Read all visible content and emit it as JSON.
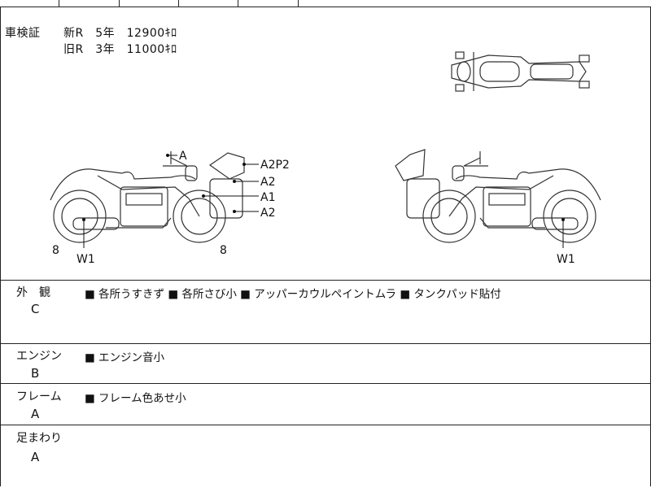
{
  "registration": {
    "label": "車検証",
    "new_line": "新R　5年　12900ｷﾛ",
    "old_line": "旧R　3年　11000ｷﾛ"
  },
  "diagram": {
    "left_labels": [
      "A",
      "A2P2",
      "A2",
      "A1",
      "A2",
      "8",
      "8",
      "W1"
    ],
    "right_labels": [
      "W1"
    ]
  },
  "sections": [
    {
      "title": "外　観",
      "grade": "C",
      "notes": "■ 各所うすきず ■ 各所さび小 ■ アッパーカウルペイントムラ ■ タンクパッド貼付"
    },
    {
      "title": "エンジン",
      "grade": "B",
      "notes": "■ エンジン音小"
    },
    {
      "title": "フレーム",
      "grade": "A",
      "notes": "■ フレーム色あせ小"
    },
    {
      "title": "足まわり",
      "grade": "A",
      "notes": ""
    }
  ]
}
